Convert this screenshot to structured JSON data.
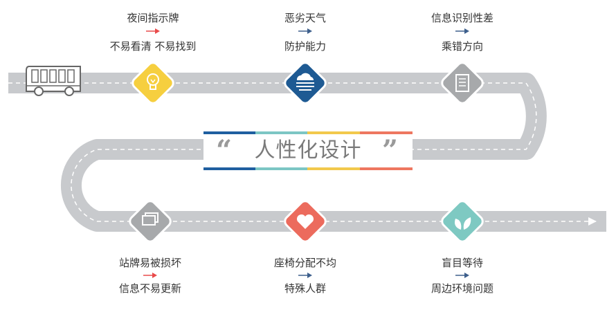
{
  "banner": {
    "title": "人性化设计",
    "open_quote": "“",
    "close_quote": "”"
  },
  "colors": {
    "road": "#c8cacd",
    "road_dash": "#ffffff",
    "stripe": [
      "#1f5fa0",
      "#7cc6c4",
      "#f2c94c",
      "#ee7760"
    ],
    "red_arrow": "#e94a4a",
    "blue_arrow": "#3d5f8c"
  },
  "stops": [
    {
      "icon": "lightbulb-icon",
      "color": "#f6cf3f",
      "cause": "夜间指示牌",
      "effect": "不易看清 不易找到",
      "arrow": "red"
    },
    {
      "icon": "weather-cloud-icon",
      "color": "#1e5a93",
      "cause": "恶劣天气",
      "effect": "防护能力",
      "arrow": "blue"
    },
    {
      "icon": "document-icon",
      "color": "#a7a9ab",
      "cause": "信息识别性差",
      "effect": "乘错方向",
      "arrow": "blue"
    },
    {
      "icon": "screens-icon",
      "color": "#a7a9ab",
      "cause": "站牌易被损坏",
      "effect": "信息不易更新",
      "arrow": "red"
    },
    {
      "icon": "heart-icon",
      "color": "#ec6b5d",
      "cause": "座椅分配不均",
      "effect": "特殊人群",
      "arrow": "blue"
    },
    {
      "icon": "leaf-icon",
      "color": "#7ec9c2",
      "cause": "盲目等待",
      "effect": "周边环境问题",
      "arrow": "blue"
    }
  ]
}
